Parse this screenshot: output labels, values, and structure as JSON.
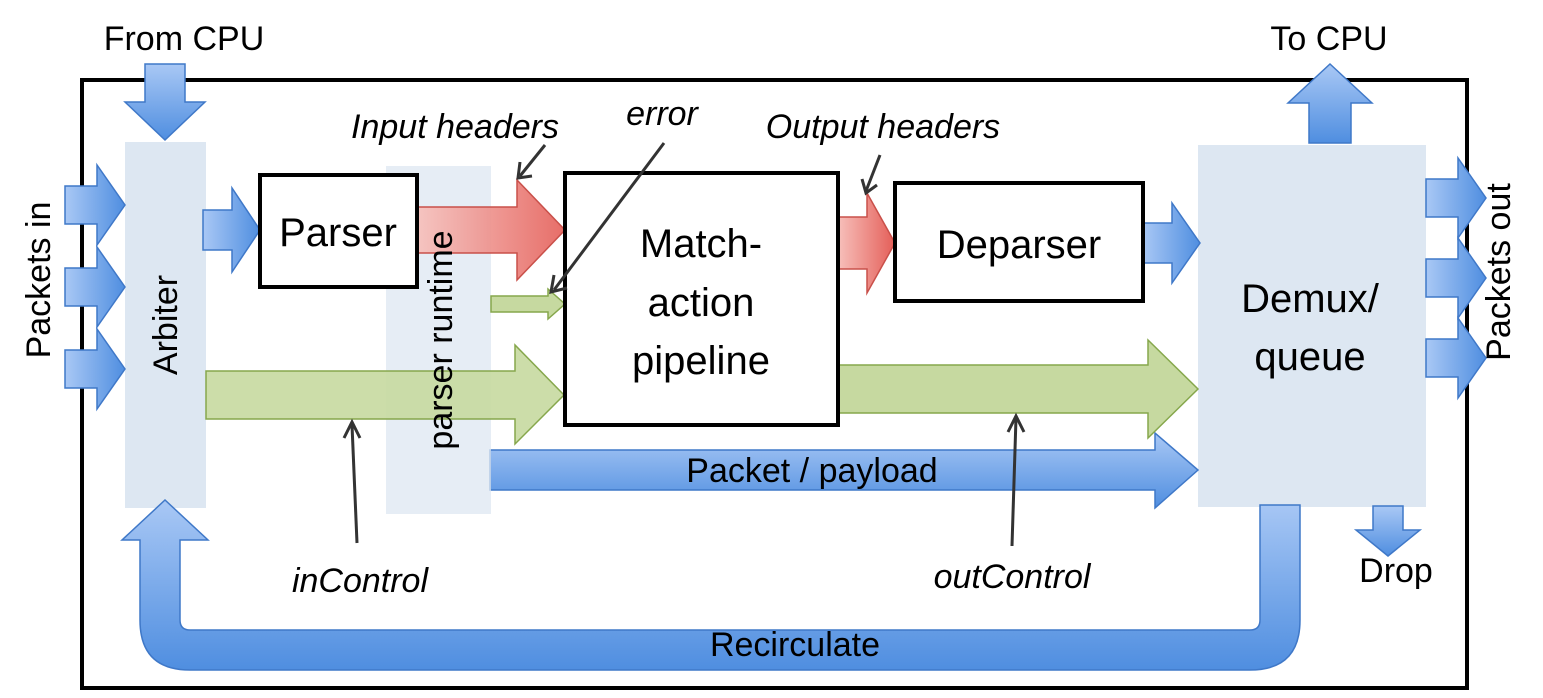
{
  "labels": {
    "from_cpu": "From CPU",
    "to_cpu": "To CPU",
    "packets_in": "Packets in",
    "packets_out": "Packets out",
    "arbiter": "Arbiter",
    "parser": "Parser",
    "parser_runtime": "parser runtime",
    "input_headers": "Input headers",
    "error": "error",
    "output_headers": "Output headers",
    "match_line1": "Match-",
    "match_line2": "action",
    "match_line3": "pipeline",
    "deparser": "Deparser",
    "demux_line1": "Demux/",
    "demux_line2": "queue",
    "packet_payload": "Packet / payload",
    "in_control": "inControl",
    "out_control": "outControl",
    "drop": "Drop",
    "recirculate": "Recirculate"
  },
  "colors": {
    "blue_arrow_light": "#a9c8f5",
    "blue_arrow_dark": "#4f8ee0",
    "blue_stroke": "#3f78c8",
    "red_arrow_light": "#f6b5b0",
    "red_arrow_dark": "#e45e58",
    "green_arrow": "#c6d9a0",
    "green_stroke": "#86a74c",
    "panel": "#dde7f2"
  }
}
